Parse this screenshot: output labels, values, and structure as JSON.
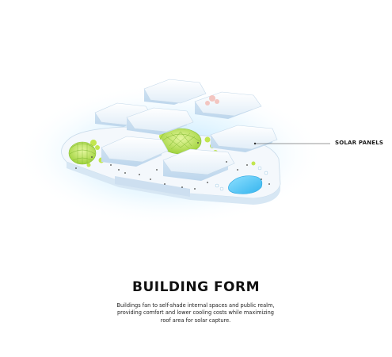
{
  "diagram": {
    "callout": {
      "label": "SOLAR PANELS"
    }
  },
  "text": {
    "title": "BUILDING FORM",
    "caption": "Buildings fan to self-shade internal spaces and public realm, providing comfort and lower cooling costs while maximizing roof area for solar capture."
  },
  "colors": {
    "roof": "#eef5fb",
    "facade": "#cfe3f3",
    "glow": "#aee4ff",
    "greenery": "#b8e04a",
    "pool": "#5cc8f5",
    "text": "#111111"
  }
}
